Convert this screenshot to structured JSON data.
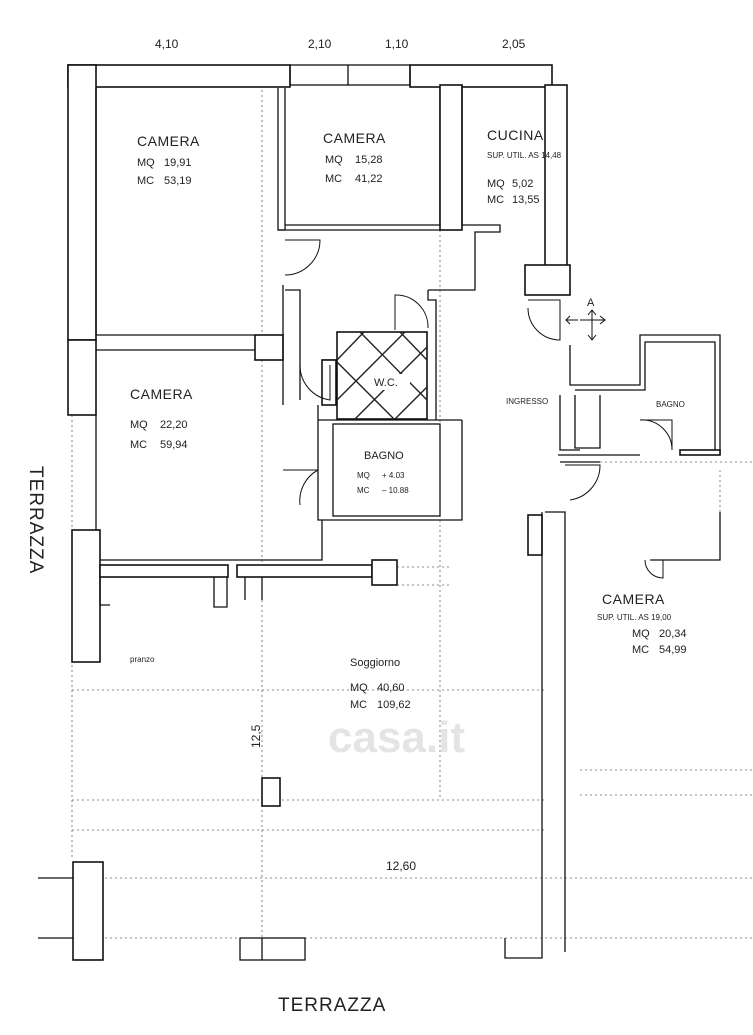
{
  "dimensions": {
    "top_1": "4,10",
    "top_2": "2,10",
    "top_3": "1,10",
    "top_4": "2,05",
    "vertical": "12,5",
    "horizontal": "12,60"
  },
  "rooms": {
    "camera1": {
      "name": "CAMERA",
      "mq_label": "MQ",
      "mq": "19,91",
      "mc_label": "MC",
      "mc": "53,19"
    },
    "camera2": {
      "name": "CAMERA",
      "mq_label": "MQ",
      "mq": "15,28",
      "mc_label": "MC",
      "mc": "41,22"
    },
    "cucina": {
      "name": "CUCINA",
      "sup": "SUP. UTIL. AS 14,48",
      "mq_label": "MQ",
      "mq": "5,02",
      "mc_label": "MC",
      "mc": "13,55"
    },
    "camera3": {
      "name": "CAMERA",
      "mq_label": "MQ",
      "mq": "22,20",
      "mc_label": "MC",
      "mc": "59,94"
    },
    "wc": {
      "name": "W.C."
    },
    "bagno1": {
      "name": "BAGNO",
      "mq_label": "MQ",
      "mq": "+ 4.03",
      "mc_label": "MC",
      "mc": "– 10.88"
    },
    "ingresso": {
      "name": "INGRESSO"
    },
    "bagno2": {
      "name": "BAGNO"
    },
    "camera4": {
      "name": "CAMERA",
      "sup": "SUP. UTIL. AS 19,00",
      "mq_label": "MQ",
      "mq": "20,34",
      "mc_label": "MC",
      "mc": "54,99"
    },
    "pranzo": {
      "name": "pranzo"
    },
    "soggiorno": {
      "name": "Soggiorno",
      "mq_label": "MQ",
      "mq": "40,60",
      "mc_label": "MC",
      "mc": "109,62"
    }
  },
  "marker": "A",
  "terrazza_left": "TERRAZZA",
  "terrazza_bottom": "TERRAZZA",
  "watermark": "casa.it"
}
